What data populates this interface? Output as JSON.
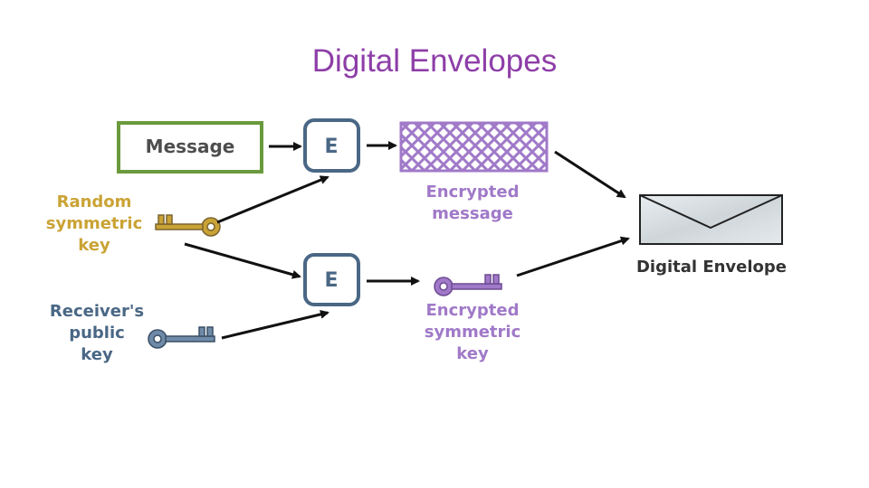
{
  "title": "Digital Envelopes",
  "nodes": {
    "message": "Message",
    "encrypt_top": "E",
    "encrypt_bottom": "E"
  },
  "labels": {
    "random_key": [
      "Random",
      "symmetric",
      "key"
    ],
    "receiver_key": [
      "Receiver's",
      "public",
      "key"
    ],
    "encrypted_message": [
      "Encrypted",
      "message"
    ],
    "encrypted_key": [
      "Encrypted",
      "symmetric",
      "key"
    ],
    "digital_envelope": "Digital Envelope"
  },
  "colors": {
    "title": "#8e3ea8",
    "message_border": "#6a9a3d",
    "encrypt_border": "#4a6785",
    "encrypted": "#a079c8",
    "random_key": "#caa335",
    "public_key": "#4a6785",
    "arrow": "#111111"
  },
  "icons": [
    "gold-key-icon",
    "blue-key-icon",
    "purple-key-icon",
    "envelope-icon",
    "crosshatch-icon"
  ]
}
